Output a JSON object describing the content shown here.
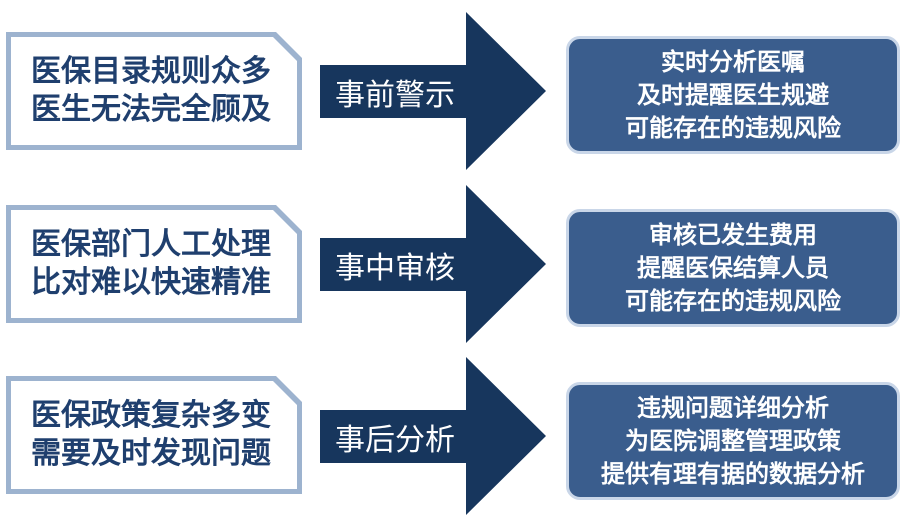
{
  "rows": [
    {
      "problem": [
        "医保目录规则众多",
        "医生无法完全顾及"
      ],
      "stage": "事前警示",
      "solution": [
        "实时分析医嘱",
        "及时提醒医生规避",
        "可能存在的违规风险"
      ]
    },
    {
      "problem": [
        "医保部门人工处理",
        "比对难以快速精准"
      ],
      "stage": "事中审核",
      "solution": [
        "审核已发生费用",
        "提醒医保结算人员",
        "可能存在的违规风险"
      ]
    },
    {
      "problem": [
        "医保政策复杂多变",
        "需要及时发现问题"
      ],
      "stage": "事后分析",
      "solution": [
        "违规问题详细分析",
        "为医院调整管理政策",
        "提供有理有据的数据分析"
      ]
    }
  ],
  "colors": {
    "problem_border": "#9db3cf",
    "problem_text": "#1f3f6e",
    "arrow": "#17365d",
    "solution_fill": "#3a5d8d",
    "solution_border": "#c9d6e8"
  }
}
